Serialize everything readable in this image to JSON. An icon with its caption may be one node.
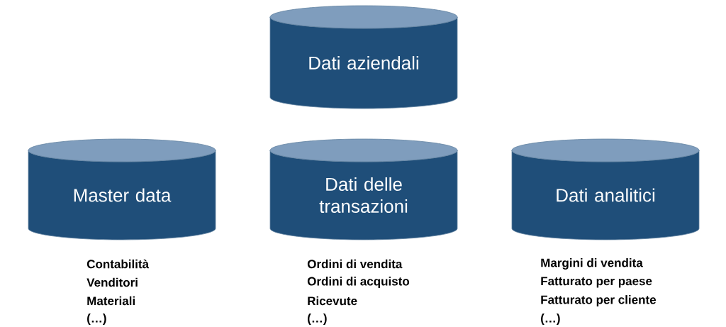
{
  "diagram": {
    "nodes": [
      {
        "text": [
          "Dati aziendali"
        ]
      },
      {
        "text": [
          "Master data"
        ],
        "beside": [
          "Contabilità",
          "Venditori",
          "Materiali",
          "(…)"
        ]
      },
      {
        "text": [
          "Dati delle transazioni"
        ],
        "beside": [
          "Ordini di vendita",
          "Ordini di acquisto",
          "Ricevute",
          "(…)"
        ]
      },
      {
        "text": [
          "Dati analitici"
        ],
        "beside": [
          "Margini di vendita",
          "Fatturato per paese",
          "Fatturato per cliente",
          "(…)"
        ]
      }
    ]
  }
}
